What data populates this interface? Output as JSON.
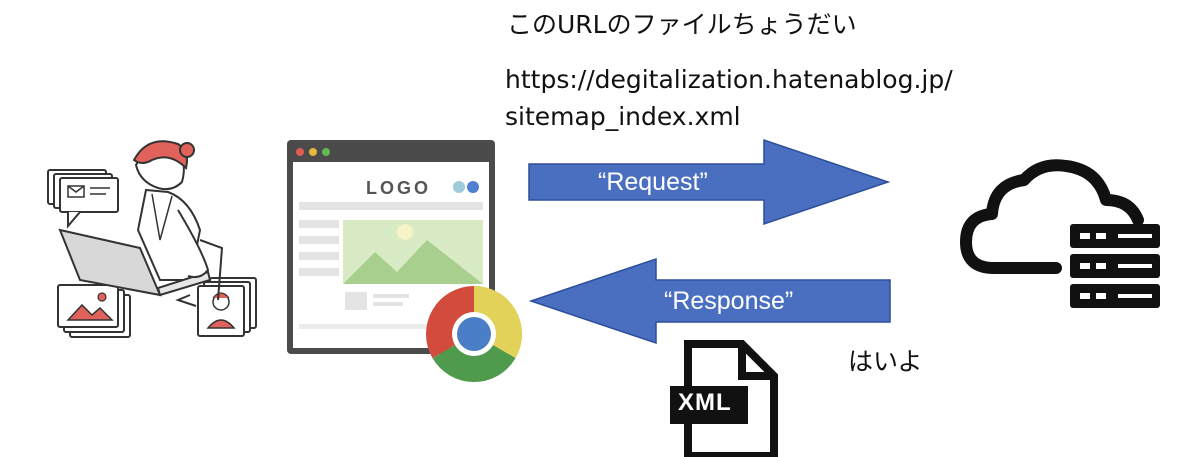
{
  "request_caption": "このURLのファイルちょうだい",
  "url_line1": "https://degitalization.hatenablog.jp/",
  "url_line2": "sitemap_index.xml",
  "request_label": "“Request”",
  "response_label": "“Response”",
  "response_caption": "はいよ",
  "browser_logo_text": "LOGO",
  "xml_file_label": "XML",
  "colors": {
    "arrow_fill": "#4a6fc1",
    "arrow_stroke": "#2e4f9a",
    "accent_red": "#d9534f"
  }
}
